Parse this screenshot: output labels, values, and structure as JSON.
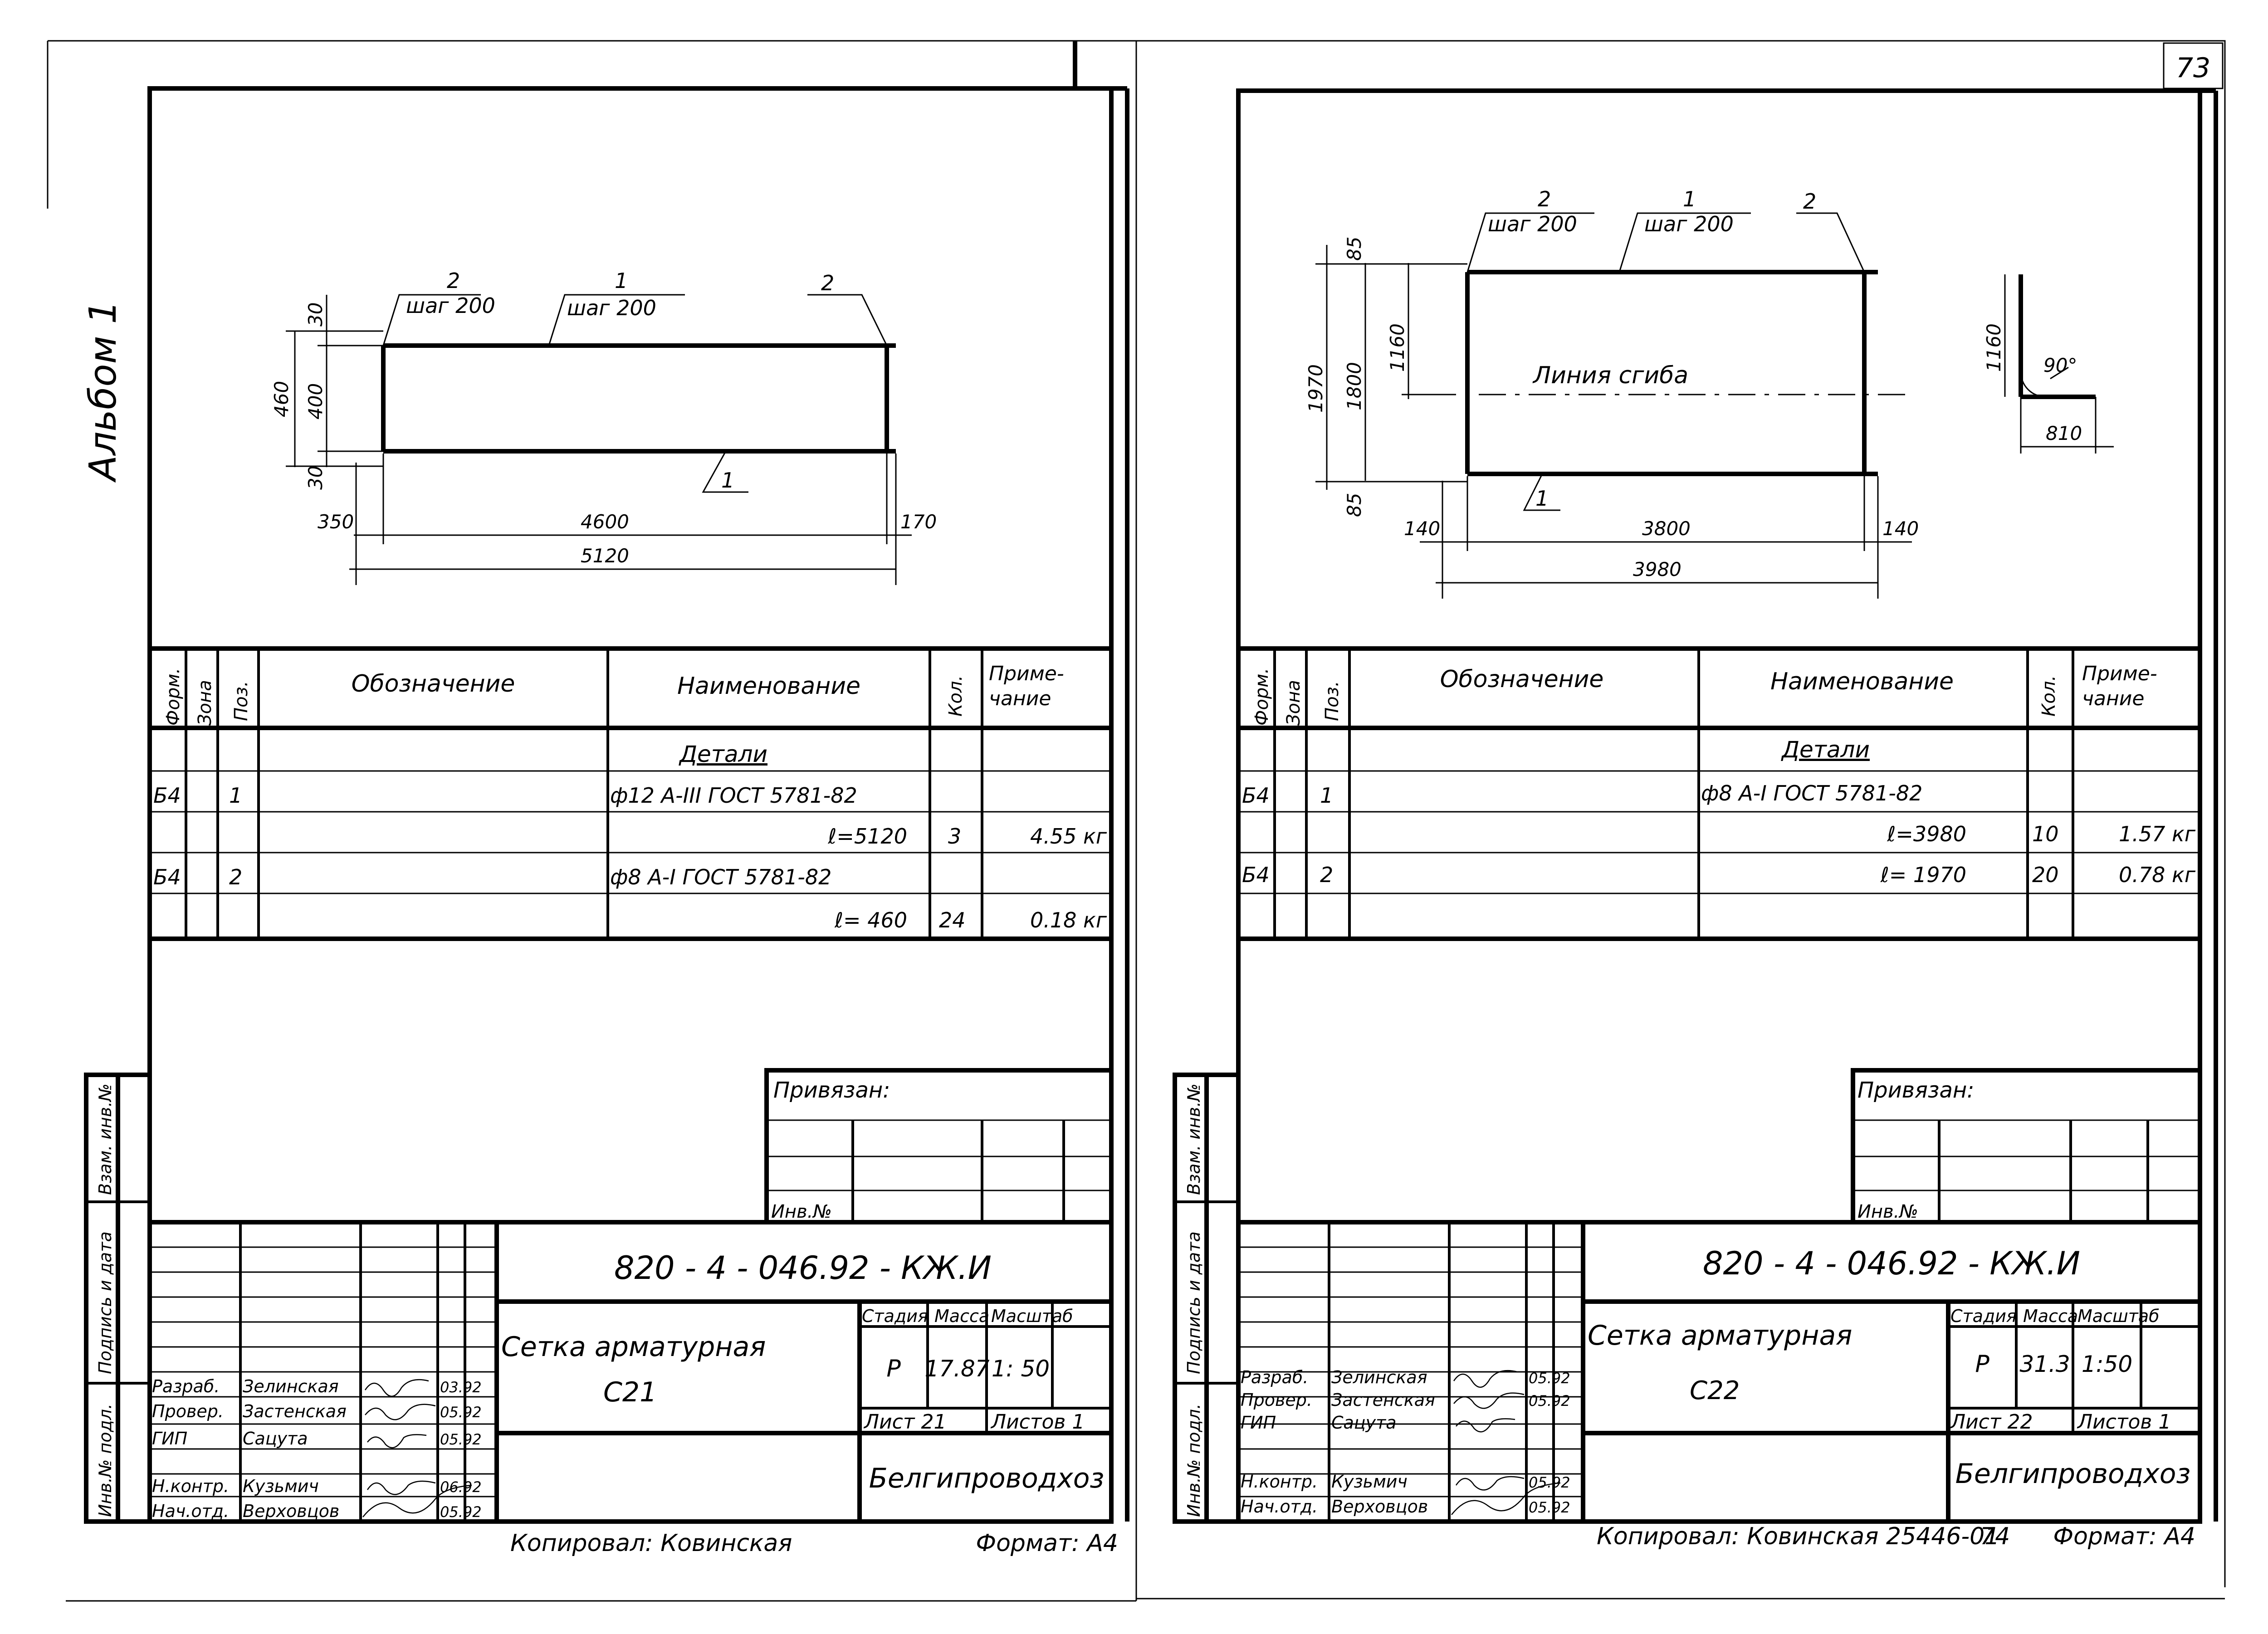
{
  "page_number": "73",
  "album_label": "Альбом 1",
  "common": {
    "columns": {
      "form": "Форм.",
      "zone": "Зона",
      "pos": "Поз.",
      "designation": "Обозначение",
      "name": "Наименование",
      "qty": "Кол.",
      "note": "Приме-чание"
    },
    "section": "Детали",
    "privyazan": "Привязан:",
    "inv_no": "Инв.№",
    "side_labels": [
      "Инв.№ подл.",
      "Подпись и дата",
      "Взам. инв.№"
    ],
    "stamp_head": {
      "stage": "Стадия",
      "mass": "Масса",
      "scale": "Масштаб"
    },
    "roles": [
      "Разраб.",
      "Провер.",
      "ГИП",
      "Н.контр.",
      "Нач.отд."
    ],
    "people": [
      "Зелинская",
      "Застенская",
      "Сацута",
      "Кузьмич",
      "Верховцов"
    ],
    "org": "Белгипроводхоз"
  },
  "left": {
    "code": "820 - 4 - 046.92 - КЖ.И",
    "title_line1": "Сетка арматурная",
    "title_line2": "С21",
    "stage": "Р",
    "mass": "17.87",
    "scale": "1: 50",
    "sheet": "Лист 21",
    "sheets": "Листов 1",
    "dates": [
      "03.92",
      "05.92",
      "05.92",
      "06.92",
      "05.92"
    ],
    "footer_copied": "Копировал: Ковинская",
    "footer_format": "Формат: А4",
    "drawing": {
      "leader_2a": "2",
      "pitch_2a": "шаг 200",
      "leader_1a": "1",
      "pitch_1a": "шаг 200",
      "leader_2b": "2",
      "leader_1b": "1",
      "dim_top": "30",
      "dim_mid": "400",
      "dim_bot": "30",
      "dim_total": "460",
      "dim_left": "350",
      "dim_len": "4600",
      "dim_right": "170",
      "dim_overall": "5120"
    },
    "rows": [
      {
        "form": "Б4",
        "zone": "",
        "pos": "1",
        "name": "ф12 А-III ГОСТ 5781-82",
        "qty": "",
        "note": ""
      },
      {
        "form": "",
        "zone": "",
        "pos": "",
        "name": "ℓ=5120",
        "qty": "3",
        "note": "4.55 кг"
      },
      {
        "form": "Б4",
        "zone": "",
        "pos": "2",
        "name": "ф8 А-I ГОСТ 5781-82",
        "qty": "",
        "note": ""
      },
      {
        "form": "",
        "zone": "",
        "pos": "",
        "name": "ℓ= 460",
        "qty": "24",
        "note": "0.18 кг"
      }
    ]
  },
  "right": {
    "code": "820 - 4 - 046.92 - КЖ.И",
    "title_line1": "Сетка арматурная",
    "title_line2": "С22",
    "stage": "Р",
    "mass": "31.3",
    "scale": "1:50",
    "sheet": "Лист 22",
    "sheets": "Листов 1",
    "dates": [
      "05.92",
      "05.92",
      "",
      "05.92",
      "05.92"
    ],
    "footer_copied": "Копировал: Ковинская 25446-01",
    "footer_num": "74",
    "footer_format": "Формат: А4",
    "drawing": {
      "leader_2a": "2",
      "pitch_2a": "шаг 200",
      "leader_1a": "1",
      "pitch_1a": "шаг 200",
      "leader_2b": "2",
      "leader_1b": "1",
      "bend_line": "Линия сгиба",
      "dim_top": "85",
      "dim_1160": "1160",
      "dim_1800": "1800",
      "dim_1970": "1970",
      "dim_bot": "85",
      "dim_left": "140",
      "dim_len": "3800",
      "dim_right": "140",
      "dim_overall": "3980",
      "bend_height": "1160",
      "bend_angle": "90°",
      "bend_leg": "810"
    },
    "rows": [
      {
        "form": "Б4",
        "zone": "",
        "pos": "1",
        "name": "ф8 А-I ГОСТ 5781-82",
        "qty": "",
        "note": ""
      },
      {
        "form": "",
        "zone": "",
        "pos": "",
        "name": "ℓ=3980",
        "qty": "10",
        "note": "1.57 кг"
      },
      {
        "form": "Б4",
        "zone": "",
        "pos": "2",
        "name": "ℓ= 1970",
        "qty": "20",
        "note": "0.78 кг"
      },
      {
        "form": "",
        "zone": "",
        "pos": "",
        "name": "",
        "qty": "",
        "note": ""
      }
    ]
  }
}
